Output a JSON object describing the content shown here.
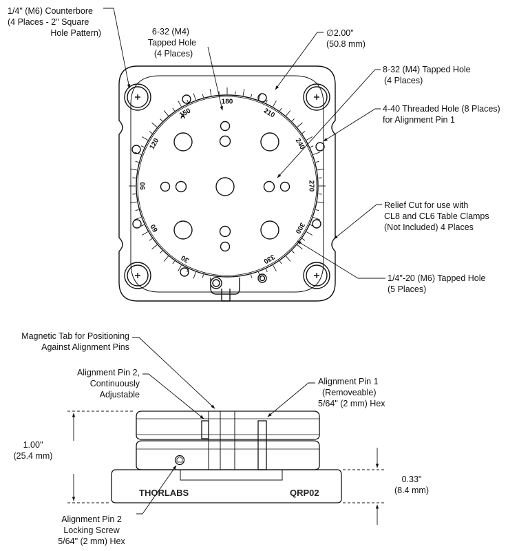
{
  "top_view": {
    "callouts": {
      "counterbore": [
        "1/4\" (M6) Counterbore",
        "(4 Places - 2\" Square",
        "Hole Pattern)"
      ],
      "m4_tapped_632": [
        "6-32 (M4)",
        "Tapped Hole",
        "(4 Places)"
      ],
      "diameter": [
        "∅2.00\"",
        "(50.8 mm)"
      ],
      "m4_tapped_832": [
        "8-32 (M4) Tapped Hole",
        "(4 Places)"
      ],
      "threaded_440": [
        "4-40 Threaded Hole (8 Places)",
        "for Alignment Pin 1"
      ],
      "relief_cut": [
        "Relief Cut for use with",
        "CL8 and CL6 Table Clamps",
        "(Not Included) 4 Places"
      ],
      "m6_tapped": [
        "1/4\"-20 (M6) Tapped Hole",
        "(5 Places)"
      ]
    },
    "scale_labels": [
      "30",
      "60",
      "90",
      "120",
      "150",
      "180",
      "210",
      "240",
      "270",
      "300",
      "330"
    ],
    "index_mark": "A"
  },
  "side_view": {
    "callouts": {
      "magnetic_tab": [
        "Magnetic Tab for Positioning",
        "Against Alignment Pins"
      ],
      "pin2": [
        "Alignment Pin 2,",
        "Continuously",
        "Adjustable"
      ],
      "pin1": [
        "Alignment Pin 1",
        "(Removeable)",
        "5/64\" (2 mm) Hex"
      ],
      "locking_screw": [
        "Alignment Pin 2",
        "Locking Screw",
        "5/64\" (2 mm) Hex"
      ]
    },
    "dimensions": {
      "height": [
        "1.00\"",
        "(25.4 mm)"
      ],
      "base": [
        "0.33\"",
        "(8.4 mm)"
      ]
    },
    "brand": "THORLABS",
    "part_number": "QRP02"
  }
}
